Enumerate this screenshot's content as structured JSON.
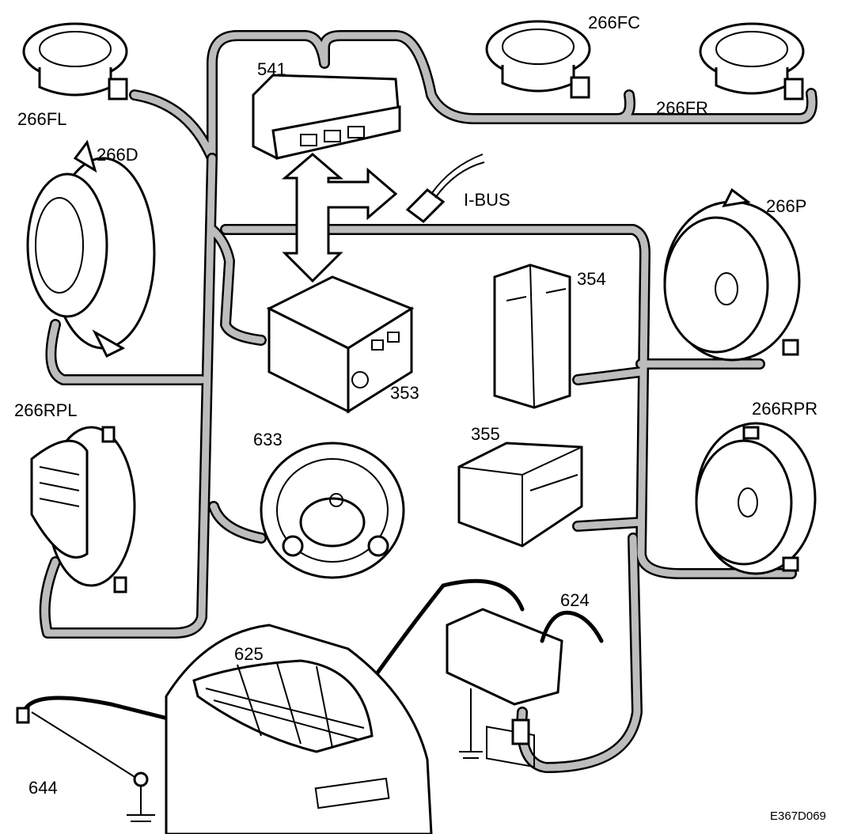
{
  "diagram": {
    "title_ref": "E367D069",
    "components": [
      {
        "id": "266FL",
        "label": "266FL",
        "type": "speaker"
      },
      {
        "id": "266D",
        "label": "266D",
        "type": "speaker"
      },
      {
        "id": "266RPL",
        "label": "266RPL",
        "type": "speaker"
      },
      {
        "id": "541",
        "label": "541",
        "type": "display-unit"
      },
      {
        "id": "266FC",
        "label": "266FC",
        "type": "speaker"
      },
      {
        "id": "266FR",
        "label": "266FR",
        "type": "speaker"
      },
      {
        "id": "I-BUS",
        "label": "I-BUS",
        "type": "connector"
      },
      {
        "id": "266P",
        "label": "266P",
        "type": "speaker"
      },
      {
        "id": "354",
        "label": "354",
        "type": "amplifier"
      },
      {
        "id": "353",
        "label": "353",
        "type": "radio-head-unit"
      },
      {
        "id": "266RPR",
        "label": "266RPR",
        "type": "speaker"
      },
      {
        "id": "633",
        "label": "633",
        "type": "steering-wheel-controls"
      },
      {
        "id": "355",
        "label": "355",
        "type": "cd-changer"
      },
      {
        "id": "624",
        "label": "624",
        "type": "antenna-amplifier"
      },
      {
        "id": "625",
        "label": "625",
        "type": "rear-window-antenna"
      },
      {
        "id": "644",
        "label": "644",
        "type": "antenna-ground"
      }
    ]
  }
}
